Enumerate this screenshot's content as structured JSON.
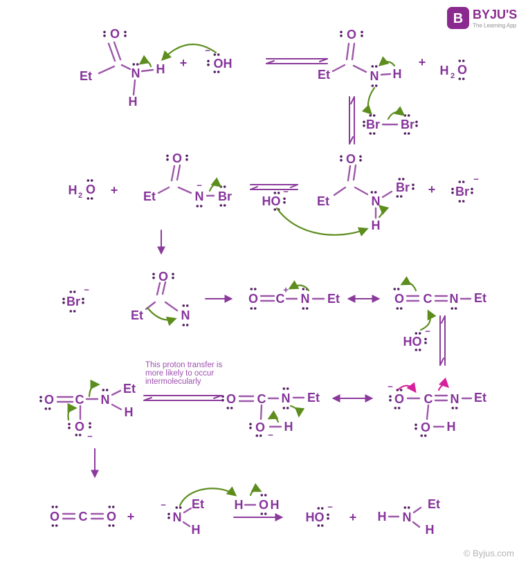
{
  "colors": {
    "structure_text": "#86349b",
    "bond": "#9c57a8",
    "lone_pair": "#531f63",
    "arrow_green": "#5c8d1d",
    "arrow_magenta": "#d6219c",
    "reaction_arrow": "#8b3a9c",
    "note_text": "#9c4fae",
    "brand_purple": "#8a2a8f",
    "watermark_gray": "#b3b3b3"
  },
  "brand": {
    "logo_letter": "B",
    "name": "BYJU'S",
    "tagline": "The Learning App"
  },
  "watermark": "© Byjus.com",
  "note": {
    "line1": "This proton transfer is",
    "line2": "more likely to occur",
    "line3": "intermolecularly"
  },
  "symbols": {
    "Et": "Et",
    "O": "O",
    "N": "N",
    "C": "C",
    "H": "H",
    "Br": "Br",
    "HO": "HO",
    "OH": "OH",
    "sub2": "2",
    "plus": "+",
    "minus": "−"
  },
  "mechanism": {
    "steps": [
      "Et-CO-NH(H) + −OH ⇌ Et-CO-N(−)H + H2O",
      "Et-CO-N(−)H attacks Br−Br (vertical equilibrium)",
      "H2O + Et-CO-N(−)-Br ⇌ Et-CO-N(H)-Br + Br− (HO− removes the N−H proton)",
      "Et-CO-N(−)-Br loses Br− giving acyl nitrene Et-CO-N: with Et migration",
      "O=C(+)-N(..)-Et ↔ O=C=N-Et isocyanate; HO− adds to the carbonyl carbon",
      "O=C(-O−)-N(H)-Et ⇌ O=C(-O−H)-N(..)-Et ↔ (−)O-C(=N-Et)-O-H (proton transfer)",
      "carbamate collapses to O=C=O + Et-N(−)-H",
      "Et-N(−)-H + H-OH → HO− + H-N(H)-Et"
    ]
  }
}
